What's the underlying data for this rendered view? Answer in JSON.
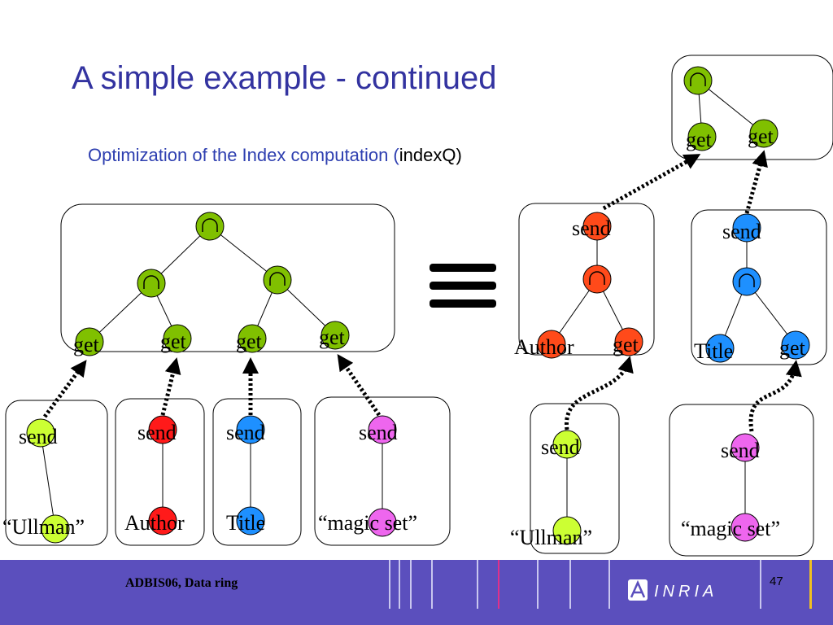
{
  "slide": {
    "title": "A simple example - continued",
    "subtitle_main": "Optimization of the Index computation (",
    "subtitle_code": "indexQ)",
    "equiv_symbol": "≡"
  },
  "labels": {
    "get": "get",
    "send": "send",
    "author": "Author",
    "title_attr": "Title",
    "ullman": "“Ullman”",
    "magic_set": "“magic set”"
  },
  "colors": {
    "green": "#80c000",
    "red": "#ff1a1a",
    "orange": "#ff4a1a",
    "blue": "#1e90ff",
    "yellow": "#ccff33",
    "pink": "#ee66ee",
    "title": "#3333a0",
    "footer": "#5b4fbd"
  },
  "footer": {
    "text": "ADBIS06, Data ring",
    "logo": "INRIA",
    "page": "47"
  }
}
